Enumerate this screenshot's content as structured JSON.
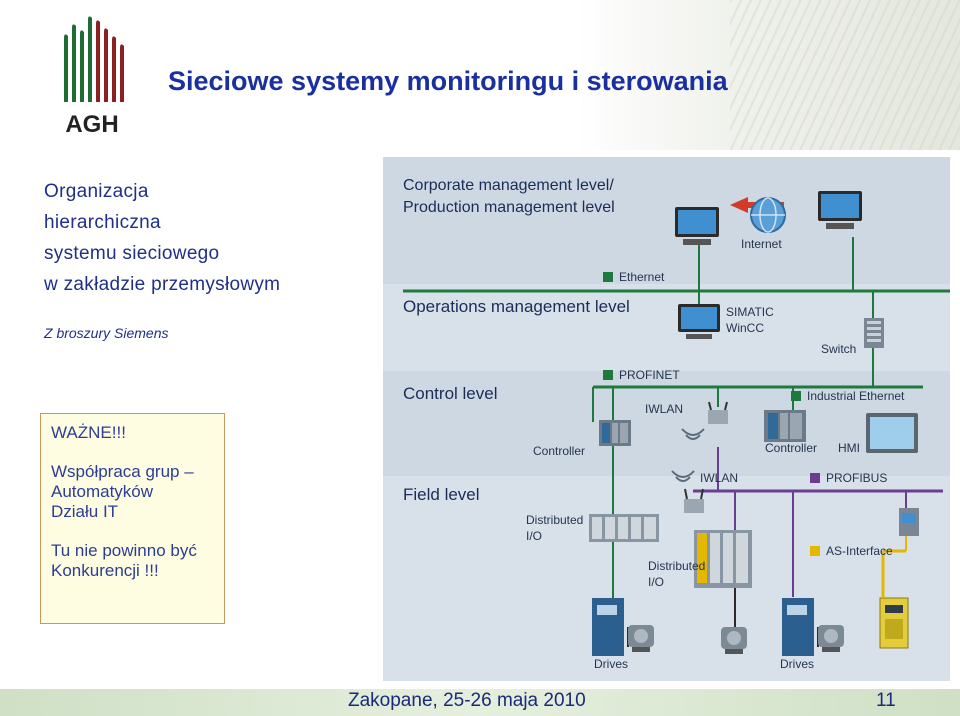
{
  "header": {
    "logo_text": "AGH",
    "title": "Sieciowe systemy monitoringu i sterowania"
  },
  "left": {
    "lead_lines": [
      "Organizacja",
      "hierarchiczna",
      "systemu sieciowego",
      "w zakładzie przemysłowym"
    ],
    "source": "Z broszury Siemens"
  },
  "note": {
    "line1": "WAŻNE!!!",
    "line2": "Współpraca grup –",
    "line3": "Automatyków",
    "line4": "Działu IT",
    "line5": "Tu nie powinno być",
    "line6": "Konkurencji !!!"
  },
  "diagram": {
    "levels": {
      "corporate_1": "Corporate management level/",
      "corporate_2": "Production management level",
      "operations": "Operations management level",
      "control": "Control level",
      "field": "Field level"
    },
    "labels": {
      "internet": "Internet",
      "simatic": "SIMATIC",
      "wincc": "WinCC",
      "switch": "Switch",
      "iwlan_control": "IWLAN",
      "controller_1": "Controller",
      "controller_2": "Controller",
      "hmi": "HMI",
      "iwlan_field": "IWLAN",
      "distributed_io_1a": "Distributed",
      "distributed_io_1b": "I/O",
      "distributed_io_2a": "Distributed",
      "distributed_io_2b": "I/O",
      "drives_1": "Drives",
      "drives_2": "Drives"
    },
    "legend": {
      "ethernet": "Ethernet",
      "profinet": "PROFINET",
      "industrial_ethernet": "Industrial Ethernet",
      "profibus": "PROFIBUS",
      "as_interface": "AS-Interface"
    },
    "colors": {
      "ethernet": "#1e7a3c",
      "industrial_ethernet": "#1e7a3c",
      "profibus": "#6a3d8f",
      "as_interface": "#e5b800"
    }
  },
  "footer": {
    "event": "Zakopane, 25-26 maja 2010",
    "slide_number": "11"
  }
}
